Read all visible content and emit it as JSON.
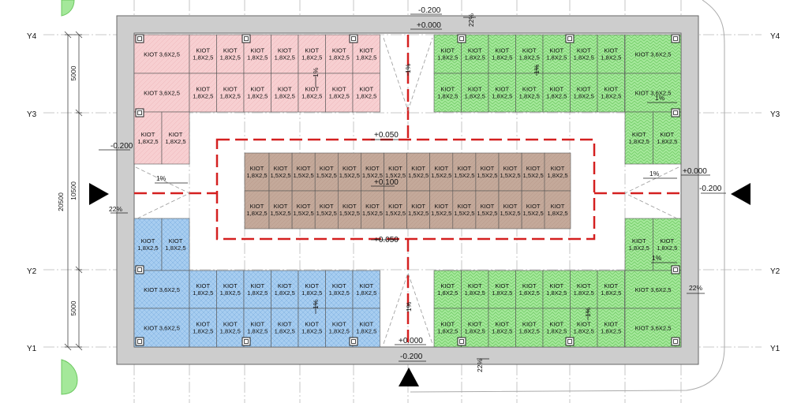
{
  "axes": {
    "rows": [
      "Y4",
      "Y3",
      "Y2",
      "Y1"
    ]
  },
  "dimensions": {
    "overall": "20500",
    "top_bay": "5000",
    "middle_bay": "10500",
    "bottom_bay": "5000"
  },
  "kiosks": {
    "word": "KIOT",
    "size_small": "1,8X2,5",
    "size_large": "3,6X2,5",
    "size_center": "1,5X2,5"
  },
  "levels": {
    "top_outer": "-0.200",
    "top_inner": "+0.000",
    "left_outer": "-0.200",
    "right_outer": "-0.200",
    "right_inner": "+0.000",
    "bottom_outer": "-0.200",
    "bottom_inner": "+0.000",
    "ring_top": "+0.050",
    "ring_bottom": "+0.050",
    "center": "+0.100"
  },
  "slopes": {
    "one_percent": "1%",
    "ramp": "22%"
  },
  "colors": {
    "pink": "#f7cfd1",
    "green": "#a4e89a",
    "blue": "#a7cdf0",
    "brown": "#c4a99a",
    "wall": "#cdcdcd",
    "red_line": "#d42020"
  },
  "icons": [
    "entry-arrow-icon",
    "column-marker-icon"
  ]
}
